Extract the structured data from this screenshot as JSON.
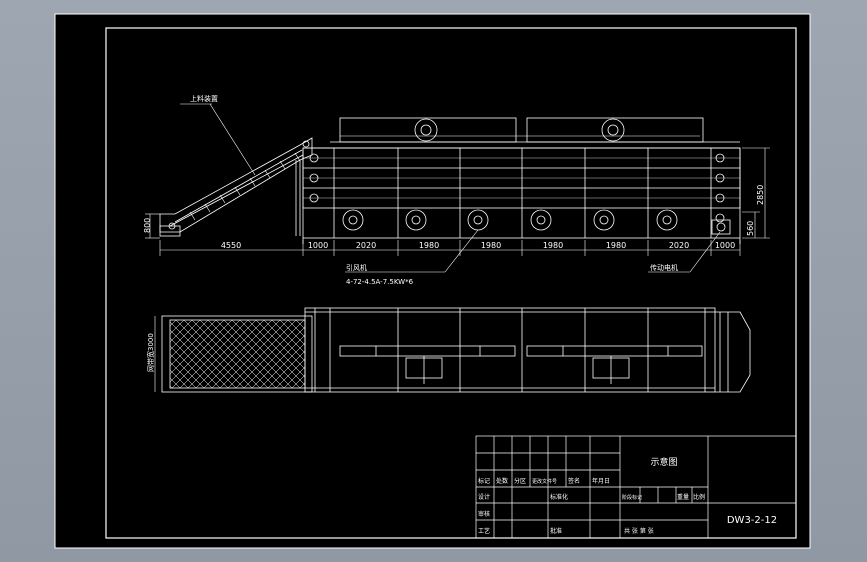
{
  "colors": {
    "background": "#000000",
    "line": "#ffffff",
    "viewport": "#9aa3ad"
  },
  "dimensions": {
    "horizontal": [
      "4550",
      "1000",
      "2020",
      "1980",
      "1980",
      "1980",
      "1980",
      "2020",
      "1000"
    ],
    "left_height": "800",
    "right_total_height": "2850",
    "right_small_height": "560",
    "plan_width": "网带宽3000"
  },
  "annotations": {
    "feeder": "上料装置",
    "fan_title": "引风机",
    "fan_model": "4-72-4.5A-7.5KW*6",
    "drive_motor": "传动电机"
  },
  "title_block": {
    "drawing_name": "示意图",
    "drawing_number": "DW3-2-12",
    "labels": [
      "标记",
      "处数",
      "分区",
      "更改文件号",
      "签名",
      "年月日",
      "设计",
      "标准化",
      "阶段标记",
      "重量",
      "比例",
      "审核",
      "工艺",
      "批准",
      "共 张 第 张"
    ]
  }
}
